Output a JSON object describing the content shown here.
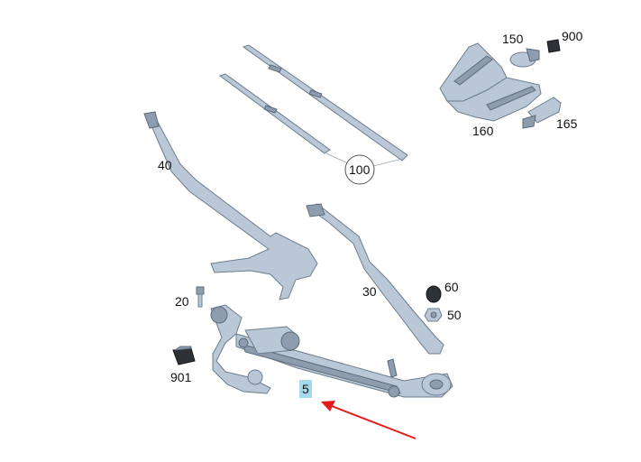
{
  "callouts": {
    "p5": "5",
    "p20": "20",
    "p30": "30",
    "p40": "40",
    "p50": "50",
    "p60": "60",
    "p100": "100",
    "p150": "150",
    "p160": "160",
    "p165": "165",
    "p900": "900",
    "p901": "901"
  },
  "highlight": {
    "part": "5",
    "color": "#a6d9ec"
  },
  "arrow": {
    "color": "#e31b1b"
  }
}
